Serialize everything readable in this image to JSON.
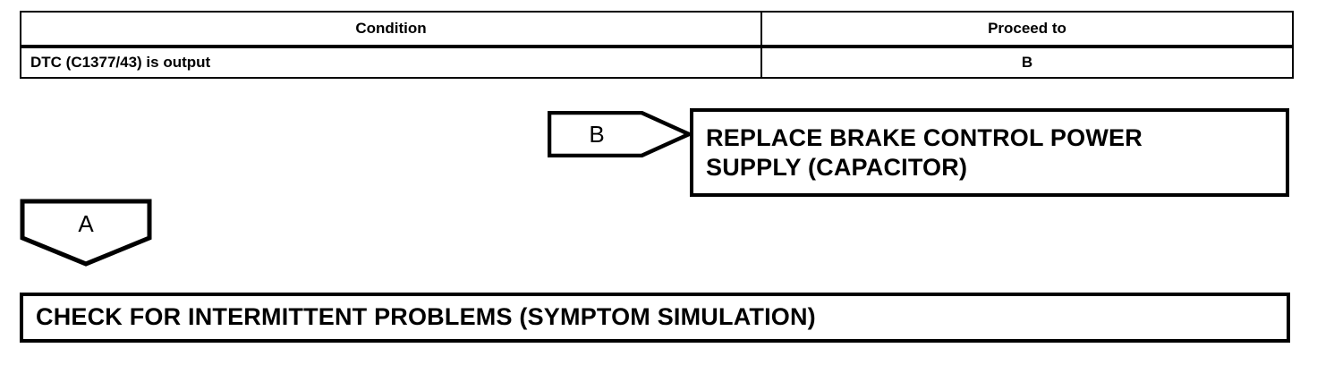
{
  "table": {
    "columns": [
      "Condition",
      "Proceed to"
    ],
    "rows": [
      {
        "condition": "DTC (C1377/43) is output",
        "proceed_to": "B"
      }
    ]
  },
  "connectors": [
    {
      "id": "B",
      "label": "B",
      "direction": "right"
    },
    {
      "id": "A",
      "label": "A",
      "direction": "down"
    }
  ],
  "boxes": {
    "replace": {
      "text": "REPLACE BRAKE CONTROL POWER\nSUPPLY (CAPACITOR)"
    },
    "check": {
      "text": "CHECK FOR INTERMITTENT PROBLEMS (SYMPTOM SIMULATION)"
    }
  },
  "colors": {
    "stroke": "#000000",
    "background": "#ffffff",
    "text": "#000000"
  }
}
